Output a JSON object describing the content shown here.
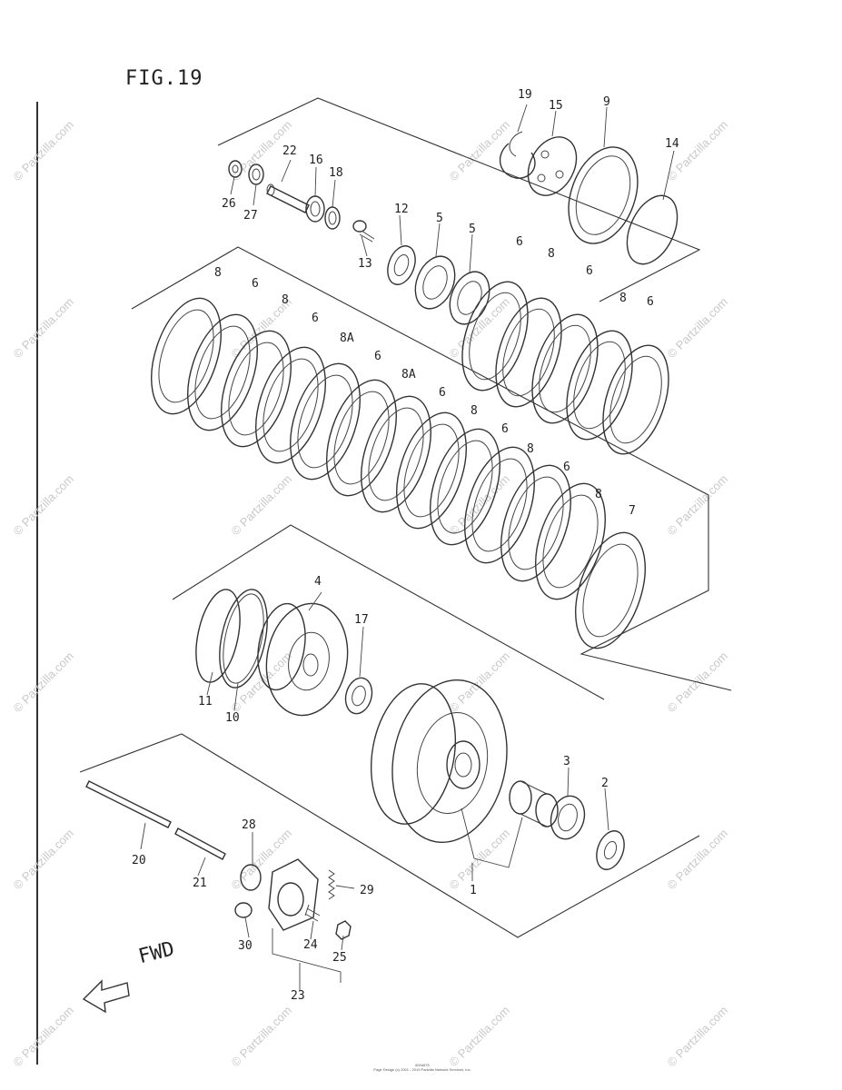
{
  "figure": {
    "title": "FIG.19",
    "direction_label": "FWD"
  },
  "watermark": {
    "text": "© Partzilla.com"
  },
  "footer": {
    "line1": "6004875",
    "line2": "Page Design (c) 2001 - 2019 Partzilla Network Services, Inc."
  },
  "part_labels": [
    {
      "id": "19",
      "label": "19"
    },
    {
      "id": "15",
      "label": "15"
    },
    {
      "id": "9",
      "label": "9"
    },
    {
      "id": "14",
      "label": "14"
    },
    {
      "id": "22",
      "label": "22"
    },
    {
      "id": "16",
      "label": "16"
    },
    {
      "id": "18",
      "label": "18"
    },
    {
      "id": "26",
      "label": "26"
    },
    {
      "id": "27",
      "label": "27"
    },
    {
      "id": "12",
      "label": "12"
    },
    {
      "id": "5a",
      "label": "5"
    },
    {
      "id": "5b",
      "label": "5"
    },
    {
      "id": "13",
      "label": "13"
    },
    {
      "id": "6a",
      "label": "6"
    },
    {
      "id": "8a",
      "label": "8"
    },
    {
      "id": "6b",
      "label": "6"
    },
    {
      "id": "8b",
      "label": "8"
    },
    {
      "id": "6c",
      "label": "6"
    },
    {
      "id": "8c",
      "label": "8"
    },
    {
      "id": "6d",
      "label": "6"
    },
    {
      "id": "8d",
      "label": "8"
    },
    {
      "id": "6e",
      "label": "6"
    },
    {
      "id": "8A1",
      "label": "8A"
    },
    {
      "id": "6f",
      "label": "6"
    },
    {
      "id": "8A2",
      "label": "8A"
    },
    {
      "id": "6g",
      "label": "6"
    },
    {
      "id": "8e",
      "label": "8"
    },
    {
      "id": "6h",
      "label": "6"
    },
    {
      "id": "8f",
      "label": "8"
    },
    {
      "id": "6i",
      "label": "6"
    },
    {
      "id": "8g",
      "label": "8"
    },
    {
      "id": "7",
      "label": "7"
    },
    {
      "id": "4",
      "label": "4"
    },
    {
      "id": "17",
      "label": "17"
    },
    {
      "id": "11",
      "label": "11"
    },
    {
      "id": "10",
      "label": "10"
    },
    {
      "id": "3",
      "label": "3"
    },
    {
      "id": "2",
      "label": "2"
    },
    {
      "id": "1",
      "label": "1"
    },
    {
      "id": "28",
      "label": "28"
    },
    {
      "id": "20",
      "label": "20"
    },
    {
      "id": "21",
      "label": "21"
    },
    {
      "id": "29",
      "label": "29"
    },
    {
      "id": "30",
      "label": "30"
    },
    {
      "id": "24",
      "label": "24"
    },
    {
      "id": "25",
      "label": "25"
    },
    {
      "id": "23",
      "label": "23"
    }
  ]
}
